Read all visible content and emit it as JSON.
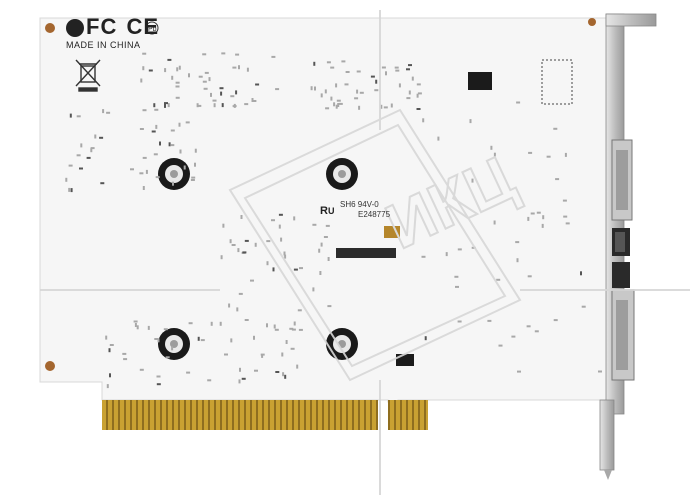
{
  "board": {
    "logo_text": "FC",
    "ce_text": "CE",
    "origin": "MADE IN CHINA",
    "pcb_code": "SH6 94V-0",
    "file_number": "E248775",
    "watermark_text": "ИКЦ"
  },
  "colors": {
    "pcb": "#f6f6f6",
    "gold": "#c9a132",
    "bracket": "#bdbdbd",
    "ic": "#1b1b1b",
    "screw_ring": "#1a1a1a",
    "screw_core": "#e9e9e9"
  },
  "icons": [
    "weee-crossed-bin-icon",
    "fcc-logo-icon",
    "ce-mark-icon",
    "ul-mark-icon",
    "screw-icon",
    "watermark-logo-icon"
  ]
}
